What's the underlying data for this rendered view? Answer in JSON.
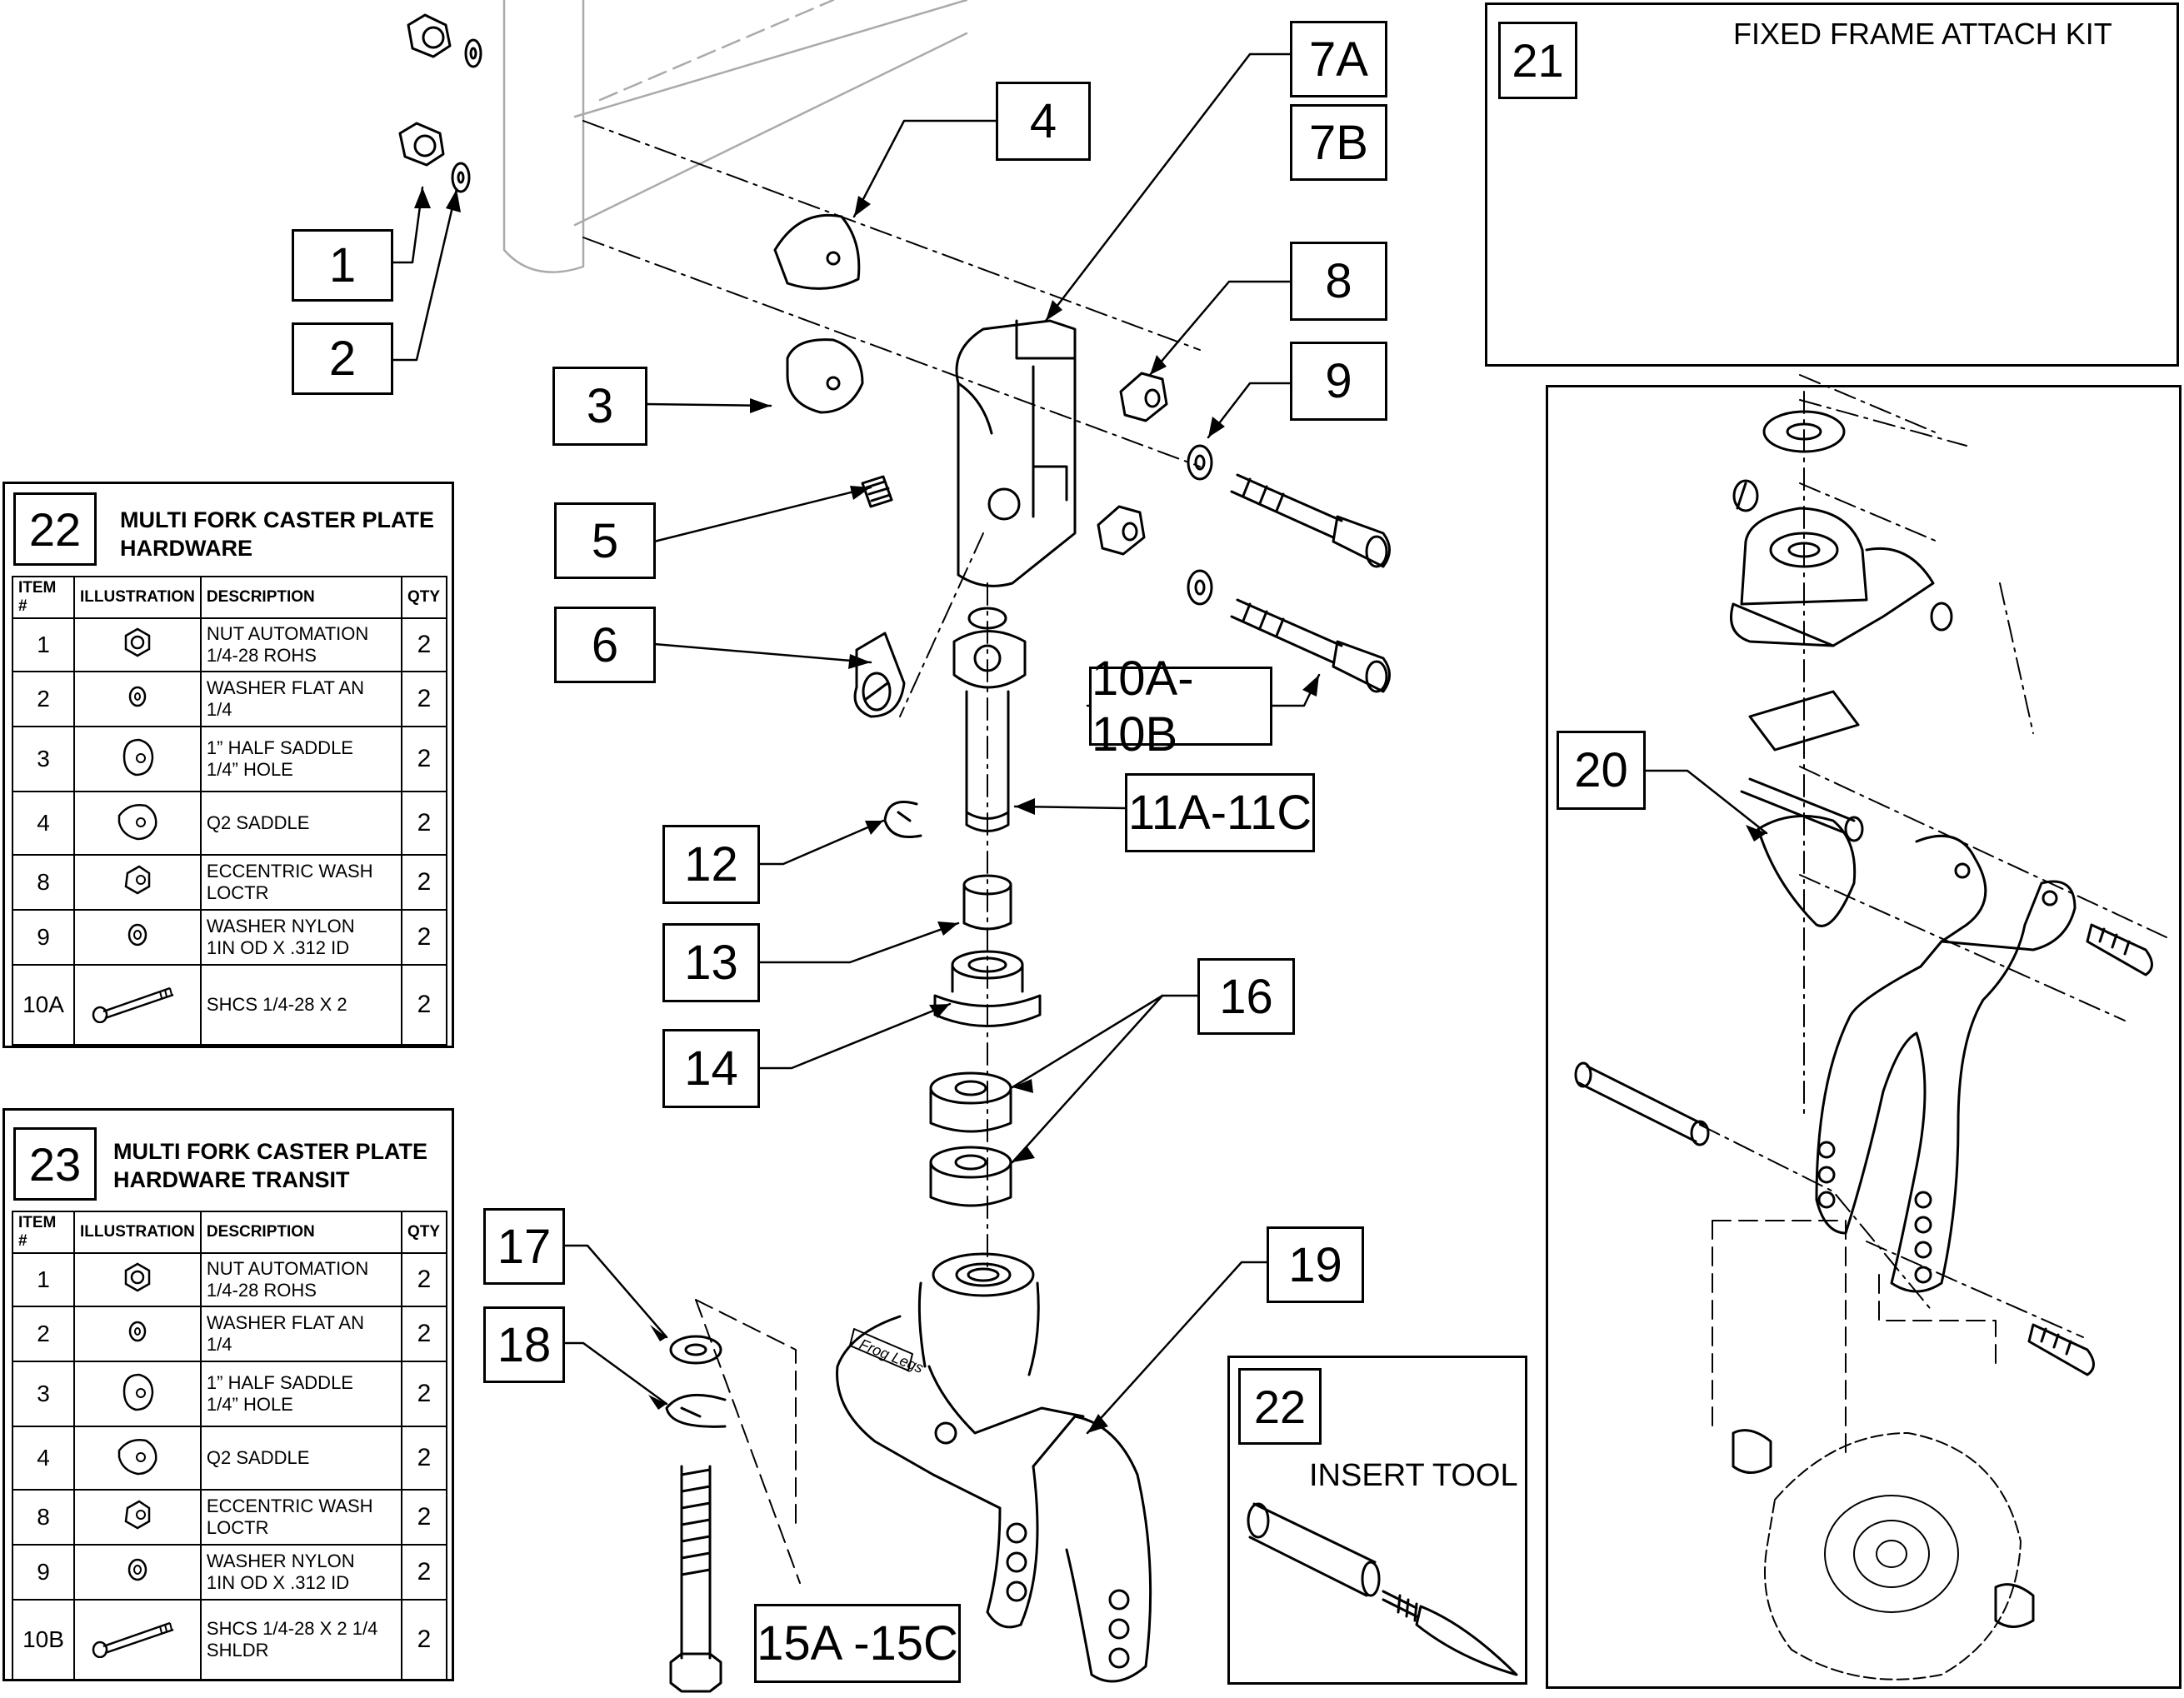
{
  "callouts": {
    "c1": "1",
    "c2": "2",
    "c3": "3",
    "c4": "4",
    "c5": "5",
    "c6": "6",
    "c7a": "7A",
    "c7b": "7B",
    "c8": "8",
    "c9": "9",
    "c10": "10A-10B",
    "c11": "11A-11C",
    "c12": "12",
    "c13": "13",
    "c14": "14",
    "c15": "15A -15C",
    "c16": "16",
    "c17": "17",
    "c18": "18",
    "c19": "19",
    "c20": "20"
  },
  "kit21": {
    "number": "21",
    "title": "FIXED FRAME ATTACH KIT"
  },
  "tool22": {
    "number": "22",
    "title": "INSERT TOOL"
  },
  "brand_mark": "Frog Legs",
  "table22": {
    "number": "22",
    "title_line1": "MULTI FORK CASTER PLATE",
    "title_line2": "HARDWARE",
    "headers": [
      "ITEM #",
      "ILLUSTRATION",
      "DESCRIPTION",
      "QTY"
    ],
    "rows": [
      {
        "item": "1",
        "icon": "nut-icon",
        "desc1": "NUT AUTOMATION",
        "desc2": "1/4-28 ROHS",
        "qty": "2"
      },
      {
        "item": "2",
        "icon": "washer-icon",
        "desc1": "WASHER FLAT AN",
        "desc2": "1/4",
        "qty": "2"
      },
      {
        "item": "3",
        "icon": "half-saddle-icon",
        "desc1": "1” HALF SADDLE",
        "desc2": "1/4” HOLE",
        "qty": "2"
      },
      {
        "item": "4",
        "icon": "saddle-icon",
        "desc1": "Q2 SADDLE",
        "desc2": "",
        "qty": "2"
      },
      {
        "item": "8",
        "icon": "eccentric-washer-icon",
        "desc1": "ECCENTRIC WASH",
        "desc2": "LOCTR",
        "qty": "2"
      },
      {
        "item": "9",
        "icon": "nylon-washer-icon",
        "desc1": "WASHER NYLON",
        "desc2": "1IN OD X .312 ID",
        "qty": "2"
      },
      {
        "item": "10A",
        "icon": "screw-icon",
        "desc1": "SHCS 1/4-28 X 2",
        "desc2": "",
        "qty": "2"
      }
    ]
  },
  "table23": {
    "number": "23",
    "title_line1": "MULTI FORK CASTER PLATE",
    "title_line2": "HARDWARE TRANSIT",
    "headers": [
      "ITEM #",
      "ILLUSTRATION",
      "DESCRIPTION",
      "QTY"
    ],
    "rows": [
      {
        "item": "1",
        "icon": "nut-icon",
        "desc1": "NUT AUTOMATION",
        "desc2": "1/4-28 ROHS",
        "qty": "2"
      },
      {
        "item": "2",
        "icon": "washer-icon",
        "desc1": "WASHER FLAT AN",
        "desc2": "1/4",
        "qty": "2"
      },
      {
        "item": "3",
        "icon": "half-saddle-icon",
        "desc1": "1” HALF SADDLE",
        "desc2": "1/4” HOLE",
        "qty": "2"
      },
      {
        "item": "4",
        "icon": "saddle-icon",
        "desc1": "Q2 SADDLE",
        "desc2": "",
        "qty": "2"
      },
      {
        "item": "8",
        "icon": "eccentric-washer-icon",
        "desc1": "ECCENTRIC WASH",
        "desc2": "LOCTR",
        "qty": "2"
      },
      {
        "item": "9",
        "icon": "nylon-washer-icon",
        "desc1": "WASHER NYLON",
        "desc2": "1IN OD X .312 ID",
        "qty": "2"
      },
      {
        "item": "10B",
        "icon": "screw-icon",
        "desc1": "SHCS 1/4-28 X 2 1/4",
        "desc2": "SHLDR",
        "qty": "2"
      }
    ]
  }
}
